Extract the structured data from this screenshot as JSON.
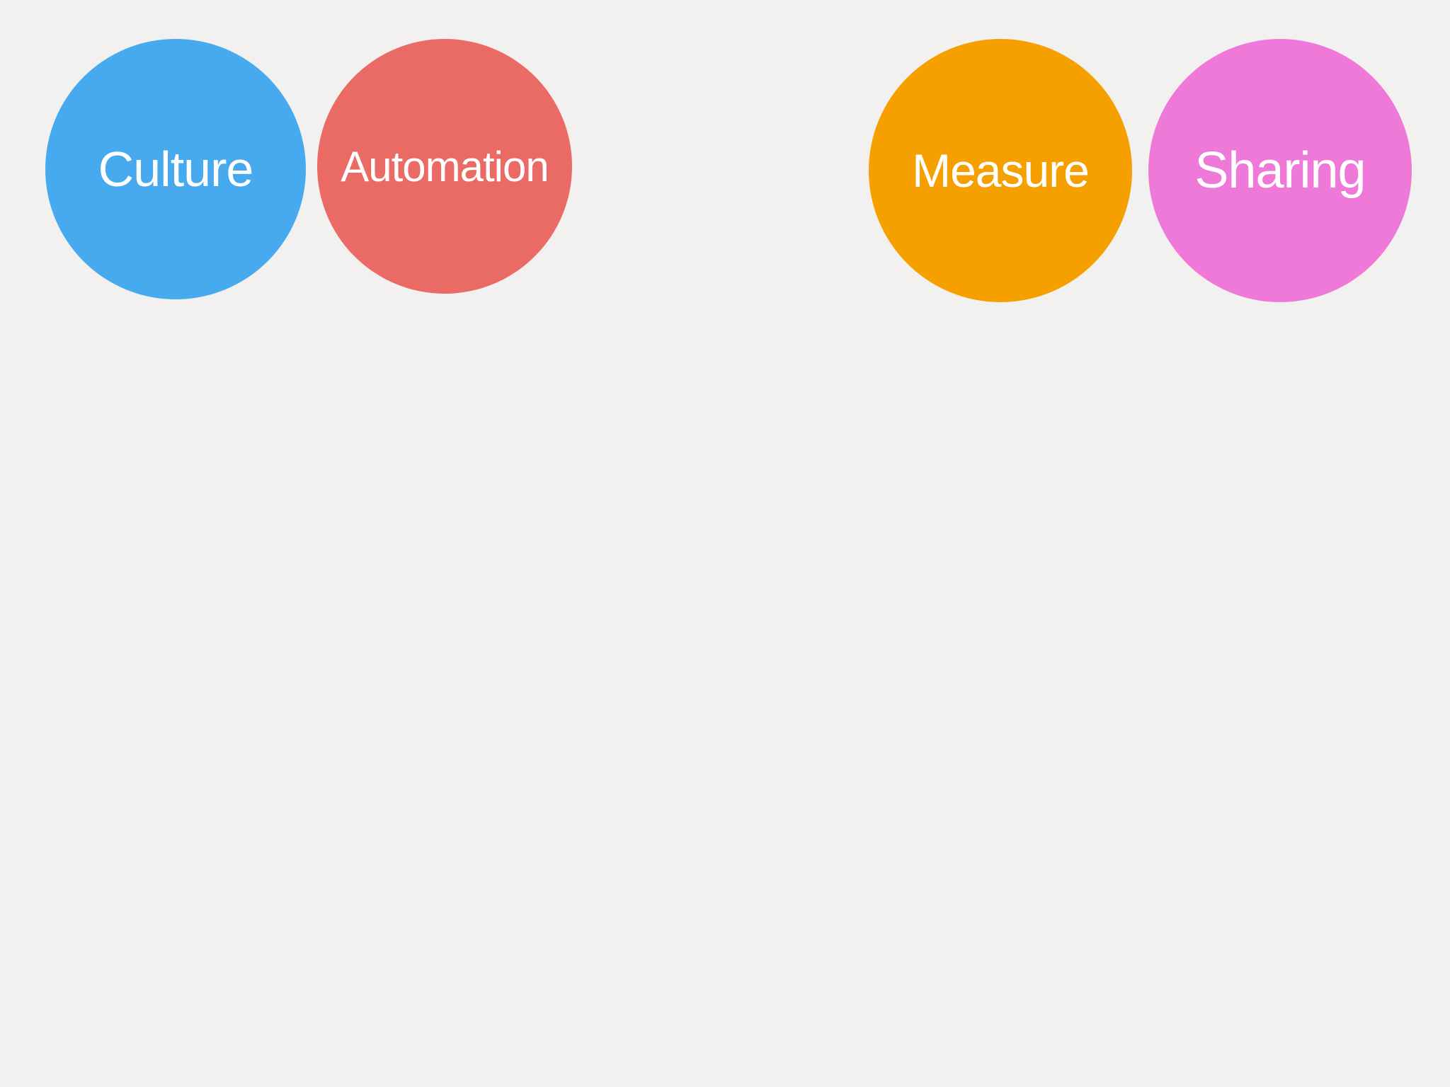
{
  "canvas": {
    "background": "#f2f1ef"
  },
  "circles": [
    {
      "label": "Culture",
      "color": "#48aaee",
      "text_color": "#ffffff"
    },
    {
      "label": "Automation",
      "color": "#ea6a66",
      "text_color": "#ffffff"
    },
    {
      "label": "Measure",
      "color": "#f6a000",
      "text_color": "#ffffff"
    },
    {
      "label": "Sharing",
      "color": "#ee79d8",
      "text_color": "#ffffff"
    }
  ]
}
